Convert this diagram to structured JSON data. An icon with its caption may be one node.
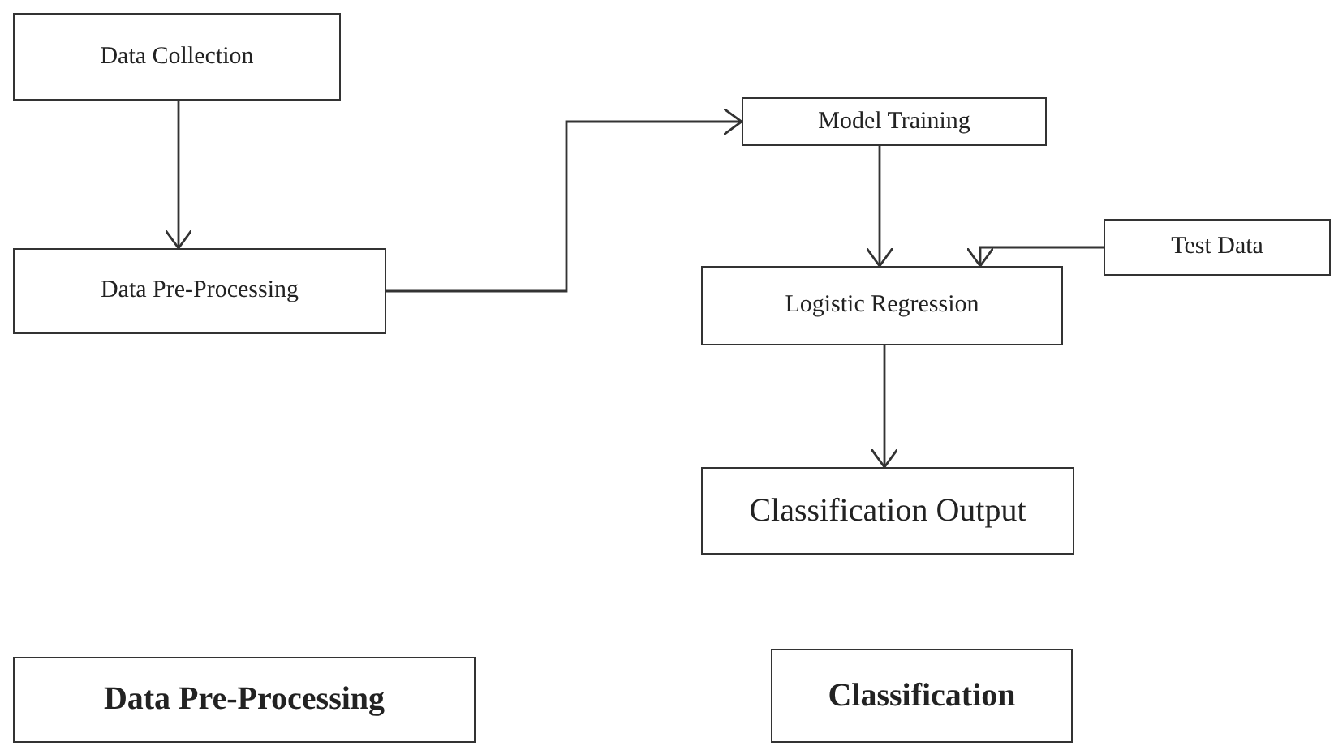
{
  "diagram": {
    "nodes": [
      {
        "text": [
          "Data Collection"
        ]
      },
      {
        "text": [
          "Data Pre-Processing"
        ]
      },
      {
        "text": [
          "Model Training"
        ]
      },
      {
        "text": [
          "Test Data"
        ]
      },
      {
        "text": [
          "Logistic Regression"
        ]
      },
      {
        "text": [
          "Classification Output"
        ]
      },
      {
        "text": [
          "Data Pre-Processing"
        ]
      },
      {
        "text": [
          "Classification"
        ]
      }
    ],
    "edges": [
      {
        "from": 0,
        "to": 1,
        "arrow": "to"
      },
      {
        "from": 1,
        "to": 2,
        "arrow": "to"
      },
      {
        "from": 2,
        "to": 4,
        "arrow": "to"
      },
      {
        "from": 3,
        "to": 4,
        "arrow": "to"
      },
      {
        "from": 4,
        "to": 5,
        "arrow": "to"
      }
    ]
  }
}
